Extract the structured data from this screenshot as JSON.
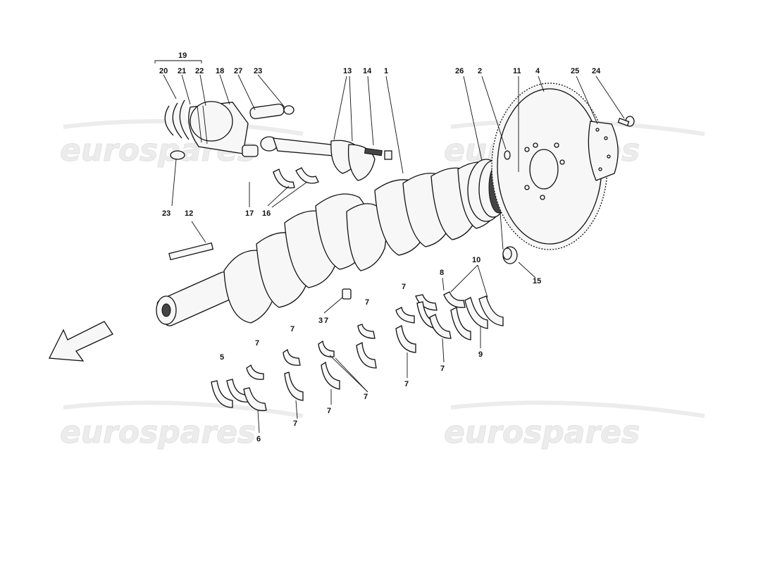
{
  "watermark": "eurospares",
  "callouts": {
    "c19": "19",
    "c20": "20",
    "c21": "21",
    "c22": "22",
    "c18": "18",
    "c27": "27",
    "c23a": "23",
    "c23b": "23",
    "c12": "12",
    "c17": "17",
    "c16": "16",
    "c13": "13",
    "c14": "14",
    "c1": "1",
    "c26": "26",
    "c2": "2",
    "c11": "11",
    "c4": "4",
    "c25": "25",
    "c24": "24",
    "c15": "15",
    "c10": "10",
    "c8": "8",
    "c9": "9",
    "c3": "3",
    "c5": "5",
    "c6": "6",
    "c7": "7"
  }
}
